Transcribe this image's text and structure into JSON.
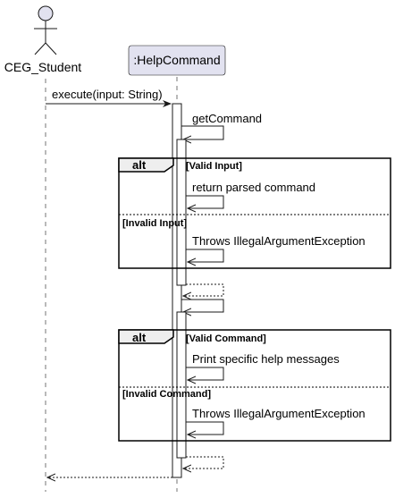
{
  "diagram": {
    "type": "sequence",
    "colors": {
      "participant_fill": "#E2E2F0",
      "participant_stroke": "#181818",
      "activation_fill": "#FFFFFF",
      "line": "#181818",
      "lifeline": "#181818"
    },
    "participants": {
      "student": {
        "name": "CEG_Student",
        "kind": "actor"
      },
      "help": {
        "name": ":HelpCommand",
        "kind": "object"
      }
    },
    "messages": {
      "m1": "execute(input: String)",
      "m2": "getCommand",
      "m3": "return parsed command",
      "m4": "Throws IllegalArgumentException",
      "m5": "Print specific help messages",
      "m6": "Throws IllegalArgumentException"
    },
    "fragments": {
      "f1": {
        "operator": "alt",
        "guard1": "[Valid Input]",
        "guard2": "[Invalid Input]"
      },
      "f2": {
        "operator": "alt",
        "guard1": "[Valid Command]",
        "guard2": "[Invalid Command]"
      }
    }
  }
}
